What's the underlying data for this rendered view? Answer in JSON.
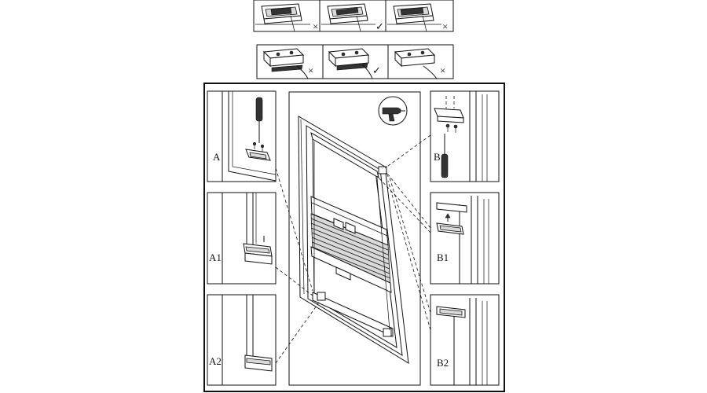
{
  "labels": {
    "a": "A",
    "a1": "A1",
    "a2": "A2",
    "b": "B",
    "b1": "B1",
    "b2": "B2"
  },
  "marks": {
    "wrong": "×",
    "right": "✓"
  },
  "top_rows": [
    [
      "wrong",
      "right",
      "wrong"
    ],
    [
      "wrong",
      "right",
      "wrong"
    ]
  ],
  "icons": {
    "drill": "drill-icon"
  }
}
